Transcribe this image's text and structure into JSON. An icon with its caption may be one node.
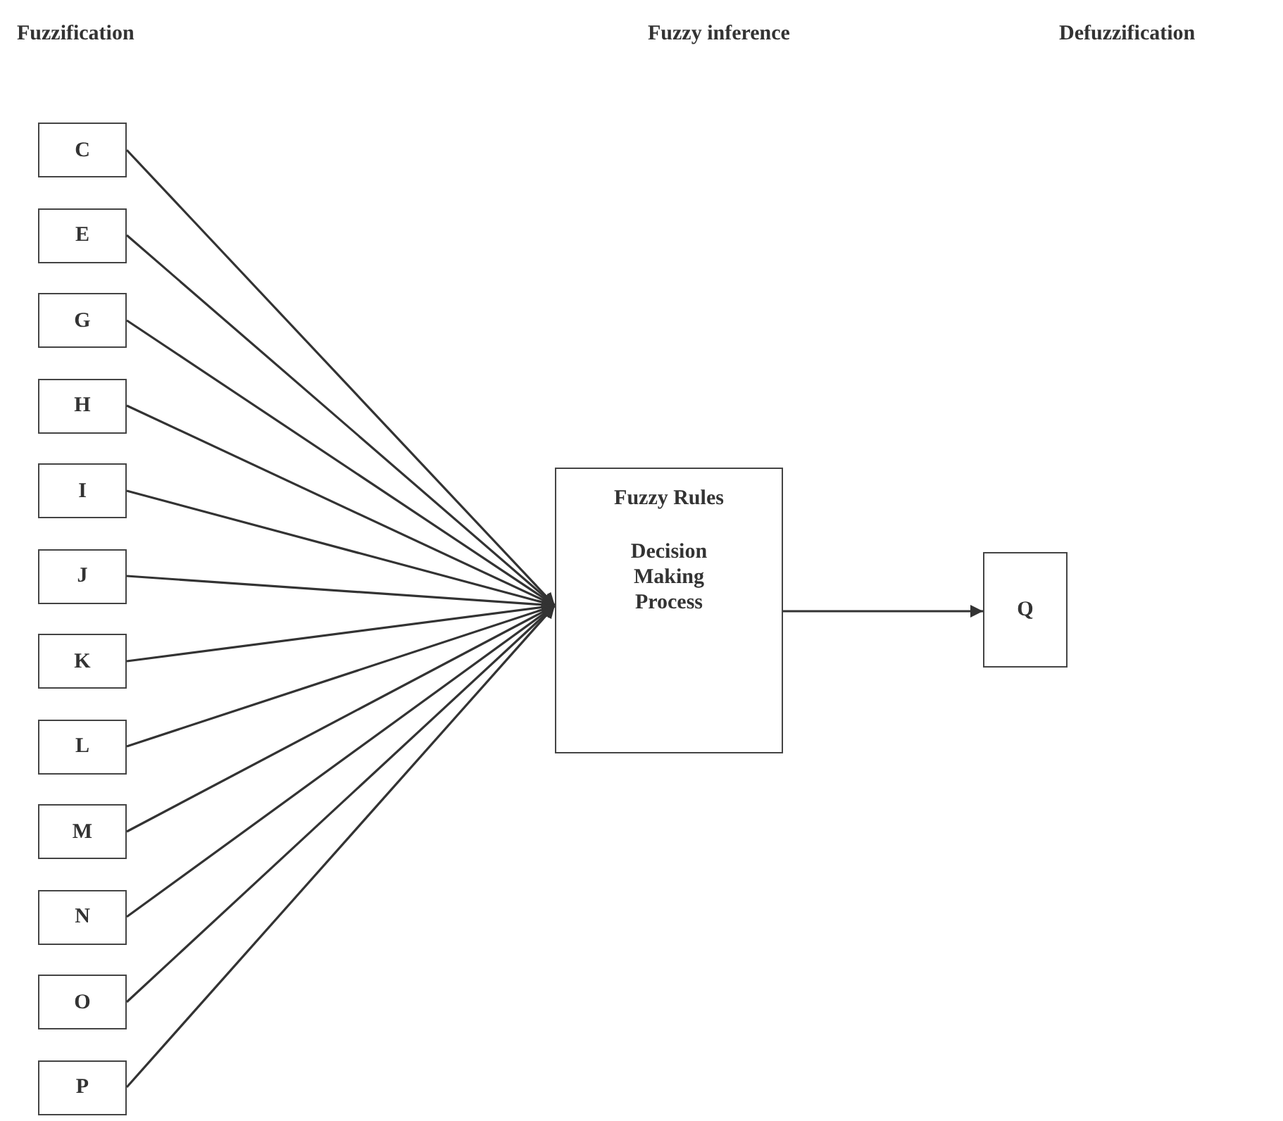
{
  "diagram": {
    "nodes": [
      {
        "text": [
          "C"
        ]
      },
      {
        "text": [
          "E"
        ]
      },
      {
        "text": [
          "G"
        ]
      },
      {
        "text": [
          "H"
        ]
      },
      {
        "text": [
          "I"
        ]
      },
      {
        "text": [
          "J"
        ]
      },
      {
        "text": [
          "K"
        ]
      },
      {
        "text": [
          "L"
        ]
      },
      {
        "text": [
          "M"
        ]
      },
      {
        "text": [
          "N"
        ]
      },
      {
        "text": [
          "O"
        ]
      },
      {
        "text": [
          "P"
        ]
      },
      {
        "text": [
          "Fuzzy Rules",
          "Decision Making Process"
        ]
      },
      {
        "text": [
          "Q"
        ]
      }
    ],
    "edges": [
      {
        "from": 0,
        "to": 12,
        "arrow": "to"
      },
      {
        "from": 1,
        "to": 12,
        "arrow": "to"
      },
      {
        "from": 2,
        "to": 12,
        "arrow": "to"
      },
      {
        "from": 3,
        "to": 12,
        "arrow": "to"
      },
      {
        "from": 4,
        "to": 12,
        "arrow": "to"
      },
      {
        "from": 5,
        "to": 12,
        "arrow": "to"
      },
      {
        "from": 6,
        "to": 12,
        "arrow": "to"
      },
      {
        "from": 7,
        "to": 12,
        "arrow": "to"
      },
      {
        "from": 8,
        "to": 12,
        "arrow": "to"
      },
      {
        "from": 9,
        "to": 12,
        "arrow": "to"
      },
      {
        "from": 10,
        "to": 12,
        "arrow": "to"
      },
      {
        "from": 11,
        "to": 12,
        "arrow": "to"
      },
      {
        "from": 12,
        "to": 13,
        "arrow": "to"
      }
    ],
    "labels": [
      "Fuzzification",
      "Fuzzy inference",
      "Defuzzification"
    ]
  }
}
